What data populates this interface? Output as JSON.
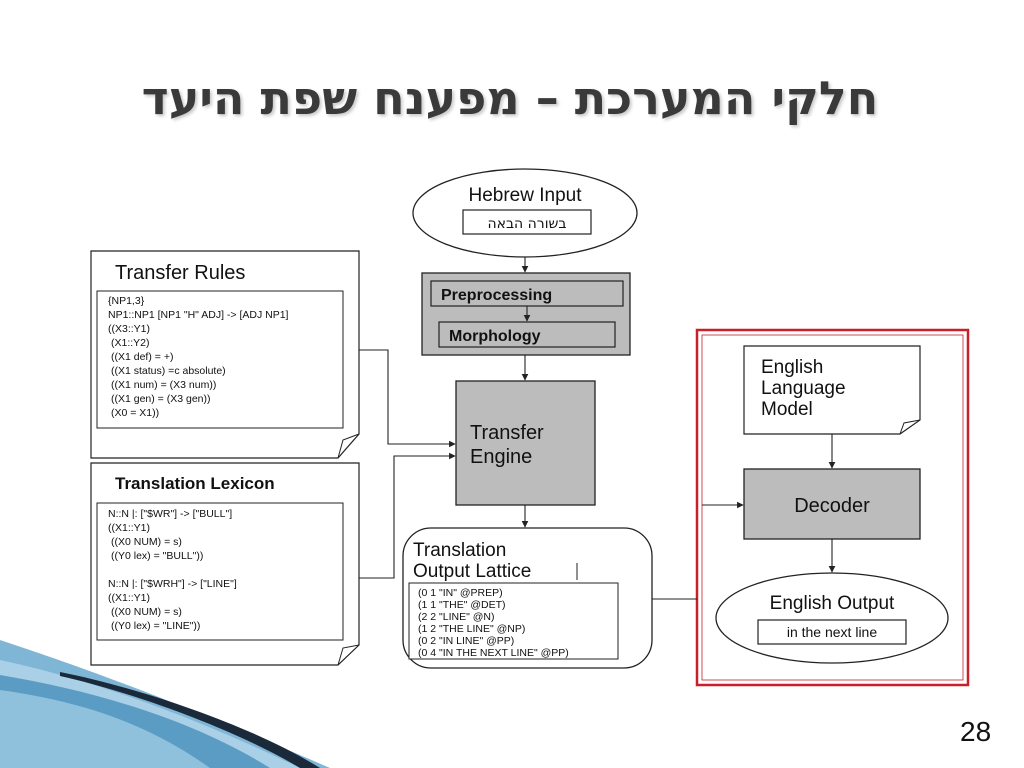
{
  "title": "חלקי המערכת – מפענח שפת היעד",
  "page_number": "28",
  "hebrew_input": {
    "title": "Hebrew Input",
    "value": "בשורה הבאה"
  },
  "preprocessing": "Preprocessing",
  "morphology": "Morphology",
  "transfer_engine": [
    "Transfer",
    "Engine"
  ],
  "transfer_rules": {
    "title": "Transfer Rules",
    "lines": [
      "{NP1,3}",
      "NP1::NP1 [NP1 \"H\" ADJ] -> [ADJ NP1]",
      "((X3::Y1)",
      " (X1::Y2)",
      " ((X1 def) = +)",
      " ((X1 status) =c absolute)",
      " ((X1 num) = (X3 num))",
      " ((X1 gen) = (X3 gen))",
      " (X0 = X1))"
    ]
  },
  "translation_lexicon": {
    "title": "Translation Lexicon",
    "lines": [
      "N::N |: [\"$WR\"] -> [\"BULL\"]",
      "((X1::Y1)",
      " ((X0 NUM) = s)",
      " ((Y0 lex) = \"BULL\"))",
      "",
      "N::N |: [\"$WRH\"] -> [\"LINE\"]",
      "((X1::Y1)",
      " ((X0 NUM) = s)",
      " ((Y0 lex) = \"LINE\"))"
    ]
  },
  "lattice": {
    "title": [
      "Translation",
      "Output Lattice"
    ],
    "lines": [
      "(0 1 \"IN\" @PREP)",
      "(1 1 \"THE\" @DET)",
      "(2 2 \"LINE\" @N)",
      "(1 2 \"THE LINE\" @NP)",
      "(0 2 \"IN LINE\" @PP)",
      "(0 4 \"IN THE NEXT LINE\" @PP)"
    ]
  },
  "english_lm": [
    "English",
    "Language",
    "Model"
  ],
  "decoder": "Decoder",
  "english_output": {
    "title": "English Output",
    "value": "in the next line"
  },
  "colors": {
    "gray_box": "#bcbcbc",
    "highlight": "#c8202a",
    "title_text": "#3a3a3a",
    "wave_dark": "#1b2a3a",
    "wave_light": "#7fb6d6"
  }
}
